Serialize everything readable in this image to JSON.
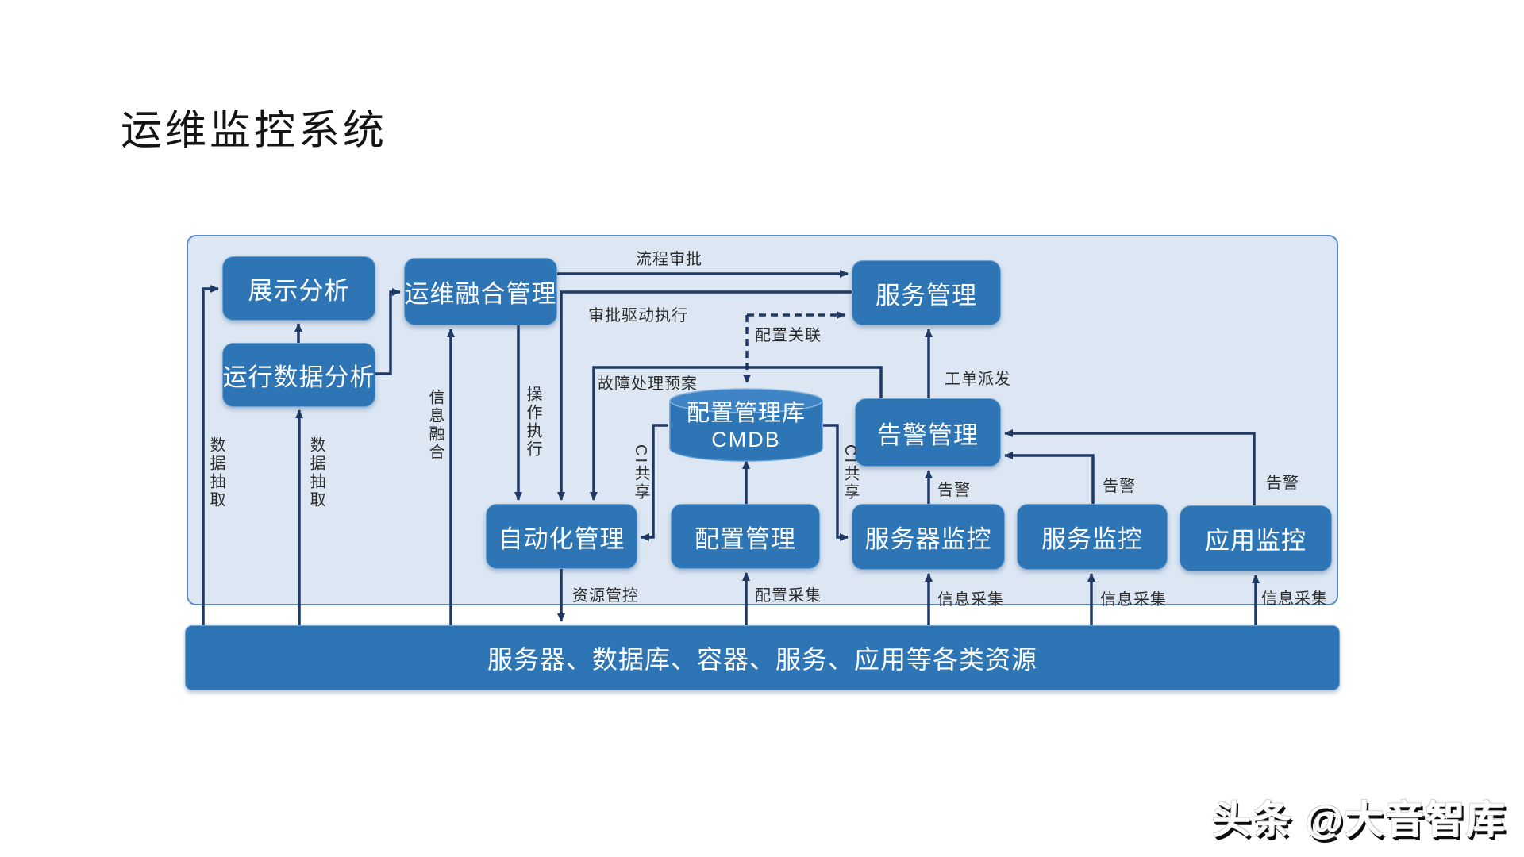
{
  "title": "运维监控系统",
  "watermark": "头条 @大音智库",
  "colors": {
    "node_fill": "#2e75b6",
    "panel_bg": "#dce7f3",
    "panel_border": "#5a8ac6",
    "connector": "#1f3864",
    "label_text": "#2b2b2b"
  },
  "nodes": {
    "display_analysis": {
      "label": "展示分析"
    },
    "ops_fusion_mgmt": {
      "label": "运维融合管理"
    },
    "service_mgmt": {
      "label": "服务管理"
    },
    "runtime_data_analysis": {
      "label": "运行数据分析"
    },
    "cmdb": {
      "line1": "配置管理库",
      "line2": "CMDB"
    },
    "alert_mgmt": {
      "label": "告警管理"
    },
    "automation_mgmt": {
      "label": "自动化管理"
    },
    "config_mgmt": {
      "label": "配置管理"
    },
    "server_monitor": {
      "label": "服务器监控"
    },
    "service_monitor": {
      "label": "服务监控"
    },
    "app_monitor": {
      "label": "应用监控"
    }
  },
  "resource_bar": {
    "label": "服务器、数据库、容器、服务、应用等各类资源"
  },
  "edges": {
    "process_approval": "流程审批",
    "approval_driven_exec": "审批驱动执行",
    "config_association": "配置关联",
    "fault_handling_plan": "故障处理预案",
    "ticket_dispatch": "工单派发",
    "data_extract_1": "数据抽取",
    "data_extract_2": "数据抽取",
    "info_fusion": "信息融合",
    "operation_exec": "操作执行",
    "ci_share_1": "CI共享",
    "ci_share_2": "CI共享",
    "resource_control": "资源管控",
    "config_collect": "配置采集",
    "info_collect_1": "信息采集",
    "info_collect_2": "信息采集",
    "info_collect_3": "信息采集",
    "alert_1": "告警",
    "alert_2": "告警",
    "alert_3": "告警"
  }
}
